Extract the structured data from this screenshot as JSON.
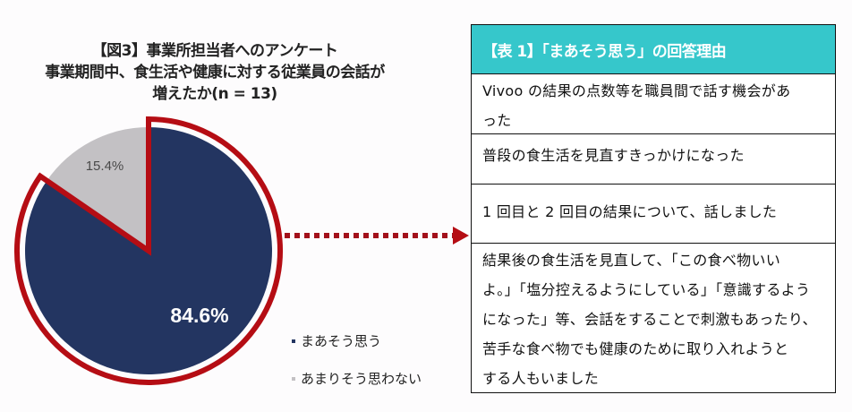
{
  "figure": {
    "title_lines": [
      "【図3】事業所担当者へのアンケート",
      "事業期間中、食生活や健康に対する従業員の会話が",
      "増えたか(n = 13)"
    ]
  },
  "chart_data": {
    "type": "pie",
    "title": "【図3】事業所担当者へのアンケート 事業期間中、食生活や健康に対する従業員の会話が増えたか(n = 13)",
    "categories": [
      "まあそう思う",
      "あまりそう思わない"
    ],
    "values": [
      84.6,
      15.4
    ],
    "labels": [
      "84.6%",
      "15.4%"
    ],
    "colors": [
      "#233561",
      "#c3c1c4"
    ],
    "highlight": {
      "category": "まあそう思う",
      "outline_color": "#b50d14"
    },
    "legend_position": "bottom-right"
  },
  "legend": {
    "items": [
      {
        "label": "まあそう思う",
        "color": "#233561"
      },
      {
        "label": "あまりそう思わない",
        "color": "#c3c1c4"
      }
    ]
  },
  "arrow": {
    "color": "#a3111b"
  },
  "table": {
    "header": "【表 1】「まあそう思う」の回答理由",
    "header_color": "#36c7cb",
    "rows": [
      {
        "lines": [
          "Vivoo の結果の点数等を職員間で話す機会があ",
          "った"
        ]
      },
      {
        "lines": [
          "普段の食生活を見直すきっかけになった"
        ]
      },
      {
        "lines": [
          "1 回目と 2 回目の結果について、話しました"
        ]
      },
      {
        "lines": [
          "結果後の食生活を見直して、「この食べ物いい",
          "よ。」「塩分控えるようにしている」「意識するよう",
          "になった」等、会話をすることで刺激もあったり、",
          "苦手な食べ物でも健康のために取り入れようと",
          "する人もいました"
        ]
      }
    ]
  }
}
